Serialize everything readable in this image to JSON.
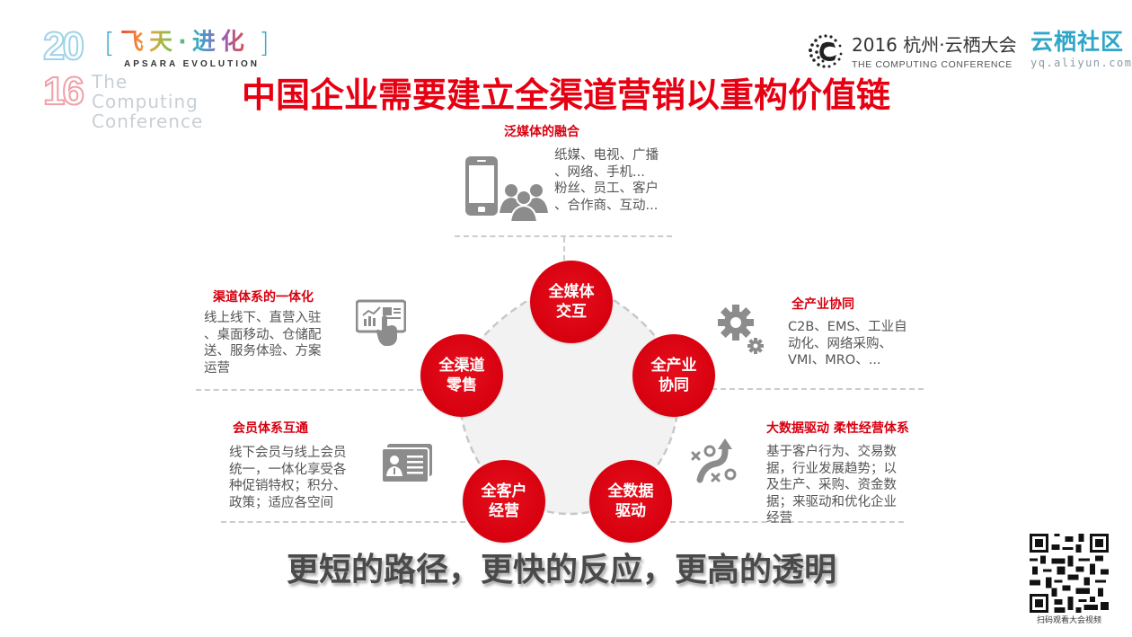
{
  "event_logo": {
    "year_top": "20",
    "year_bottom": "16",
    "cn_name": "飞天·进化",
    "bracket_left": "[",
    "bracket_right": "]",
    "en_name": "APSARA EVOLUTION",
    "sub_line1": "The",
    "sub_line2": "Computing",
    "sub_line3": "Conference"
  },
  "conference_logo": {
    "title": "2016 杭州·云栖大会",
    "subtitle": "THE COMPUTING CONFERENCE",
    "community_name": "云栖社区",
    "community_url": "yq.aliyun.com"
  },
  "title": "中国企业需要建立全渠道营销以重构价值链",
  "center_nodes": [
    {
      "line1": "全媒体",
      "line2": "交互"
    },
    {
      "line1": "全产业",
      "line2": "协同"
    },
    {
      "line1": "全数据",
      "line2": "驱动"
    },
    {
      "line1": "全客户",
      "line2": "经营"
    },
    {
      "line1": "全渠道",
      "line2": "零售"
    }
  ],
  "sections": {
    "media": {
      "title": "泛媒体的融合",
      "lines": [
        "纸媒、电视、广播",
        "、网络、手机...",
        "粉丝、员工、客户",
        "、合作商、互动..."
      ],
      "icons": [
        "smartphone-icon",
        "people-group-icon"
      ]
    },
    "channel": {
      "title": "渠道体系的一体化",
      "lines": [
        "线上线下、直营入驻",
        "、桌面移动、仓储配",
        "送、服务体验、方案",
        "运营"
      ],
      "icons": [
        "tablet-touch-icon"
      ]
    },
    "industry": {
      "title": "全产业协同",
      "lines": [
        "C2B、EMS、工业自",
        "动化、网络采购、",
        "VMI、MRO、..."
      ],
      "icons": [
        "gears-icon"
      ]
    },
    "member": {
      "title": "会员体系互通",
      "lines": [
        "线下会员与线上会员",
        "统一，一体化享受各",
        "种促销特权；积分、",
        "政策；适应各空间"
      ],
      "icons": [
        "member-card-icon"
      ]
    },
    "bigdata": {
      "title": "大数据驱动 柔性经营体系",
      "lines": [
        "基于客户行为、交易数",
        "据，行业发展趋势；以",
        "及生产、采购、资金数",
        "据；来驱动和优化企业",
        "经营"
      ],
      "icons": [
        "strategy-path-icon"
      ]
    }
  },
  "slogan": "更短的路径，更快的反应，更高的透明",
  "qr": {
    "caption": "扫码观看大会视频"
  },
  "colors": {
    "accent_red": "#d7000f",
    "title_red": "#e60012",
    "body_gray": "#555555",
    "icon_gray": "#8c8c8c",
    "dash_gray": "#cccccc",
    "community_blue": "#2fa6c8"
  }
}
